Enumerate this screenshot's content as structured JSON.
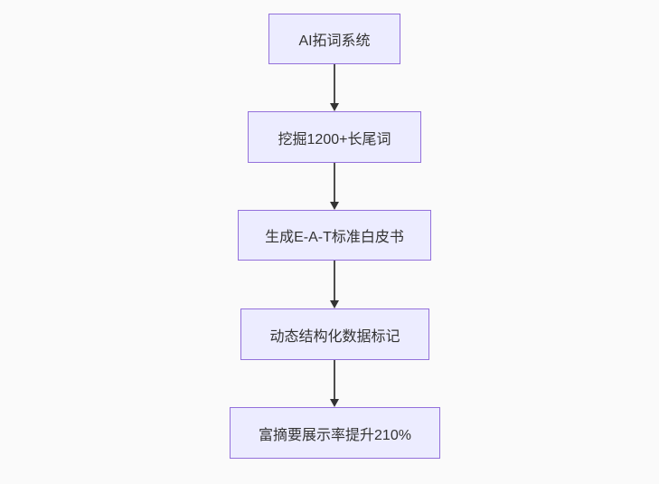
{
  "diagram": {
    "type": "flowchart",
    "direction": "top-down",
    "nodes": [
      {
        "id": "n1",
        "label": "AI拓词系统"
      },
      {
        "id": "n2",
        "label": "挖掘1200+长尾词"
      },
      {
        "id": "n3",
        "label": "生成E-A-T标准白皮书"
      },
      {
        "id": "n4",
        "label": "动态结构化数据标记"
      },
      {
        "id": "n5",
        "label": "富摘要展示率提升210%"
      }
    ],
    "edges": [
      {
        "from": "n1",
        "to": "n2",
        "style": "arrow-down"
      },
      {
        "from": "n2",
        "to": "n3",
        "style": "arrow-down"
      },
      {
        "from": "n3",
        "to": "n4",
        "style": "arrow-down"
      },
      {
        "from": "n4",
        "to": "n5",
        "style": "arrow-down"
      }
    ],
    "colors": {
      "background": "#fafafa",
      "node_fill": "#ececff",
      "node_border": "#9370db",
      "node_text": "#333333",
      "arrow_line": "#4d4d4d",
      "arrow_head": "#333333"
    }
  }
}
